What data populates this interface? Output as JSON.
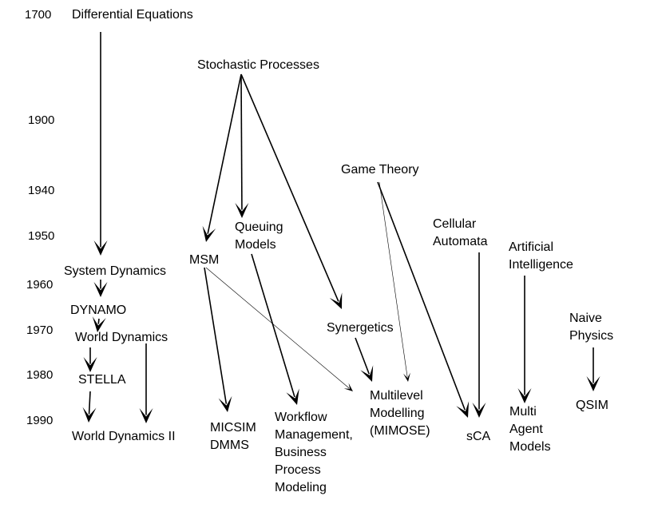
{
  "years": [
    "1700",
    "1900",
    "1940",
    "1950",
    "1960",
    "1970",
    "1980",
    "1990"
  ],
  "nodes": {
    "differential_equations": "Differential Equations",
    "stochastic_processes": "Stochastic Processes",
    "game_theory": "Game Theory",
    "cellular_automata": "Cellular\nAutomata",
    "queuing_models": "Queuing\nModels",
    "msm": "MSM",
    "artificial_intelligence": "Artificial\nIntelligence",
    "system_dynamics": "System Dynamics",
    "dynamo": "DYNAMO",
    "world_dynamics": "World Dynamics",
    "synergetics": "Synergetics",
    "naive_physics": "Naive\nPhysics",
    "stella": "STELLA",
    "multilevel_modelling": "Multilevel\nModelling\n(MIMOSE)",
    "qsim": "QSIM",
    "world_dynamics_ii": "World Dynamics II",
    "micsim_dmms": "MICSIM\nDMMS",
    "workflow_management": "Workflow\nManagement,\nBusiness\nProcess\nModeling",
    "sca": "sCA",
    "multi_agent_models": "Multi\nAgent\nModels"
  },
  "edges": [
    {
      "from": "differential_equations",
      "to": "system_dynamics",
      "weight": "bold"
    },
    {
      "from": "system_dynamics",
      "to": "dynamo",
      "weight": "bold"
    },
    {
      "from": "dynamo",
      "to": "world_dynamics",
      "weight": "bold"
    },
    {
      "from": "world_dynamics",
      "to": "stella",
      "weight": "bold"
    },
    {
      "from": "stella",
      "to": "world_dynamics_ii",
      "weight": "bold"
    },
    {
      "from": "world_dynamics",
      "to": "world_dynamics_ii",
      "weight": "bold"
    },
    {
      "from": "stochastic_processes",
      "to": "msm",
      "weight": "bold"
    },
    {
      "from": "stochastic_processes",
      "to": "queuing_models",
      "weight": "bold"
    },
    {
      "from": "stochastic_processes",
      "to": "synergetics",
      "weight": "bold"
    },
    {
      "from": "msm",
      "to": "micsim_dmms",
      "weight": "bold"
    },
    {
      "from": "msm",
      "to": "multilevel_modelling",
      "weight": "thin"
    },
    {
      "from": "queuing_models",
      "to": "workflow_management",
      "weight": "bold"
    },
    {
      "from": "synergetics",
      "to": "multilevel_modelling",
      "weight": "bold"
    },
    {
      "from": "game_theory",
      "to": "multilevel_modelling",
      "weight": "thin"
    },
    {
      "from": "game_theory",
      "to": "sca",
      "weight": "bold"
    },
    {
      "from": "cellular_automata",
      "to": "sca",
      "weight": "bold"
    },
    {
      "from": "artificial_intelligence",
      "to": "multi_agent_models",
      "weight": "bold"
    },
    {
      "from": "naive_physics",
      "to": "qsim",
      "weight": "bold"
    }
  ]
}
